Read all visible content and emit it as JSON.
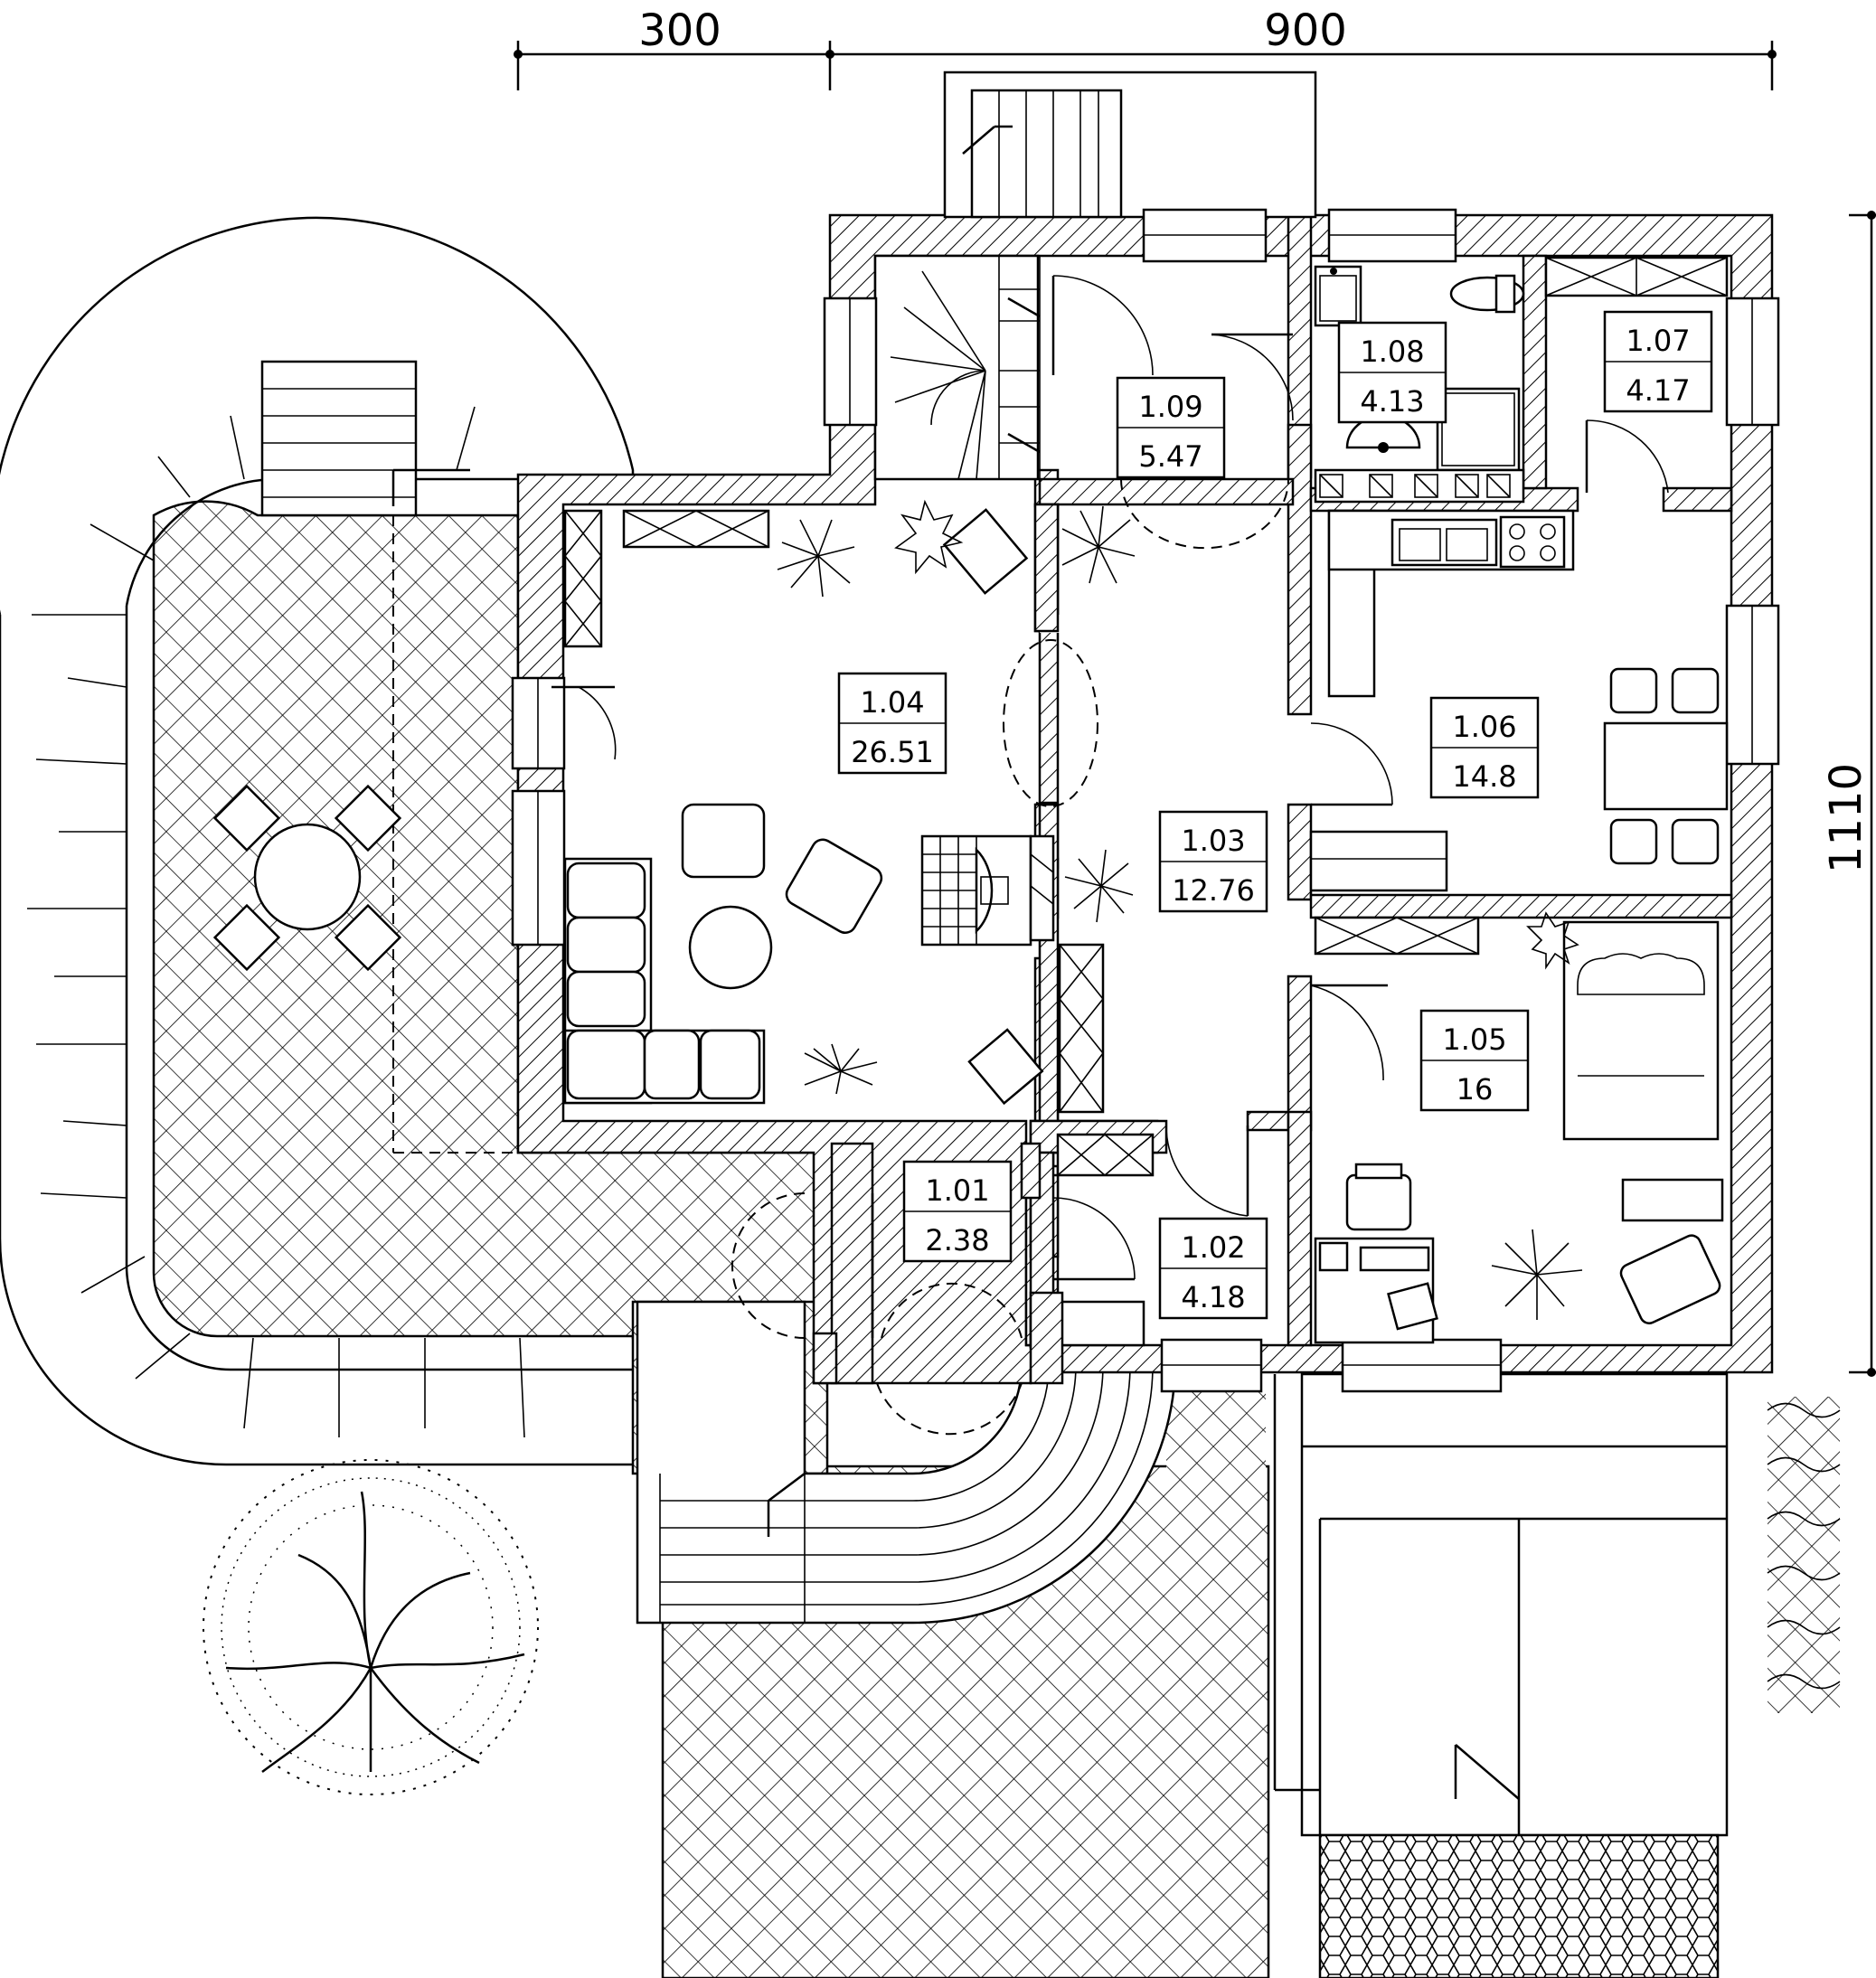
{
  "dimensions": {
    "top_left": "300",
    "top_right": "900",
    "right_side": "1110"
  },
  "rooms": [
    {
      "id": "1.01",
      "area": "2.38"
    },
    {
      "id": "1.02",
      "area": "4.18"
    },
    {
      "id": "1.03",
      "area": "12.76"
    },
    {
      "id": "1.04",
      "area": "26.51"
    },
    {
      "id": "1.05",
      "area": "16"
    },
    {
      "id": "1.06",
      "area": "14.8"
    },
    {
      "id": "1.07",
      "area": "4.17"
    },
    {
      "id": "1.08",
      "area": "4.13"
    },
    {
      "id": "1.09",
      "area": "5.47"
    }
  ],
  "colors": {
    "line": "#000000",
    "background": "#ffffff"
  }
}
